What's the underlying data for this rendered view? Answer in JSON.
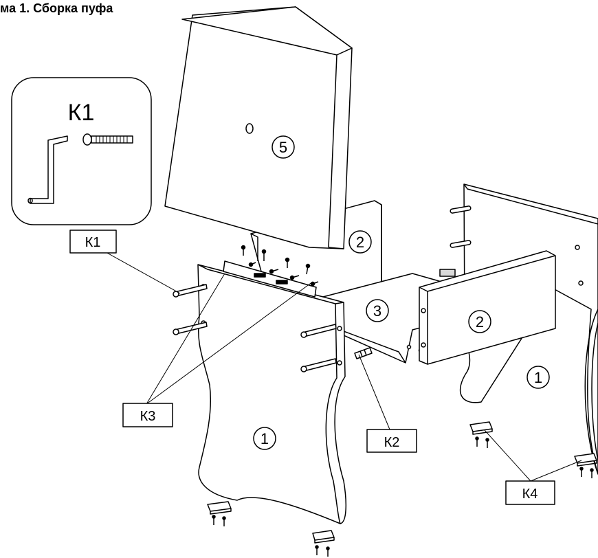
{
  "title": "ма 1. Сборка пуфа",
  "inset": {
    "label": "К1"
  },
  "callouts": {
    "k1": "К1",
    "k2": "К2",
    "k3": "К3",
    "k4": "К4"
  },
  "parts": {
    "p5": "5",
    "p2_back": "2",
    "p3": "3",
    "p2_front": "2",
    "p1_left": "1",
    "p1_right": "1"
  },
  "colors": {
    "line": "#000000",
    "fill": "#ffffff",
    "shade": "#d9d9d9"
  }
}
